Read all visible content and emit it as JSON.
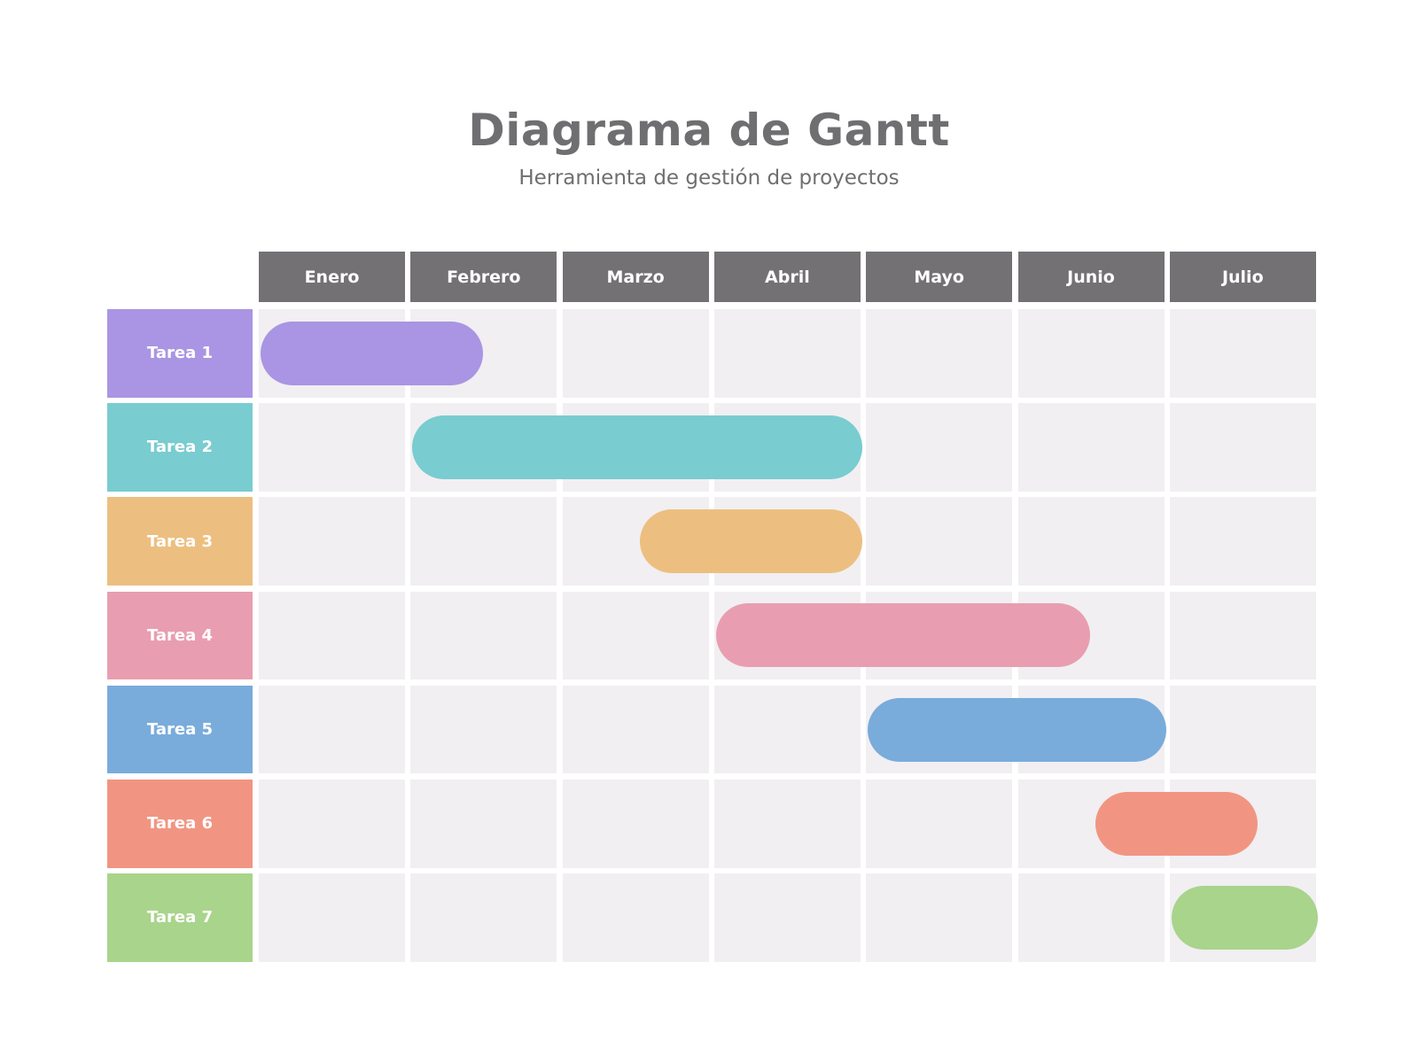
{
  "header": {
    "title": "Diagrama de Gantt",
    "subtitle": "Herramienta de gestión de proyectos"
  },
  "colors": {
    "header_bg": "#737174",
    "cell_bg": "#f1eff2",
    "title_text": "#6f6e71"
  },
  "chart_data": {
    "type": "gantt",
    "title": "Diagrama de Gantt",
    "subtitle": "Herramienta de gestión de proyectos",
    "categories": [
      "Enero",
      "Febrero",
      "Marzo",
      "Abril",
      "Mayo",
      "Junio",
      "Julio"
    ],
    "tasks": [
      {
        "name": "Tarea 1",
        "start": 0.0,
        "end": 1.5,
        "start_label": "Enero",
        "end_label": "mid-Febrero",
        "color": "#a995e3"
      },
      {
        "name": "Tarea 2",
        "start": 1.0,
        "end": 4.0,
        "start_label": "Febrero",
        "end_label": "end of Abril",
        "color": "#79cccf"
      },
      {
        "name": "Tarea 3",
        "start": 2.5,
        "end": 4.0,
        "start_label": "mid-Marzo",
        "end_label": "end of Abril",
        "color": "#ecbf80"
      },
      {
        "name": "Tarea 4",
        "start": 3.0,
        "end": 5.5,
        "start_label": "Abril",
        "end_label": "mid-Junio",
        "color": "#e89eb0"
      },
      {
        "name": "Tarea 5",
        "start": 4.0,
        "end": 6.0,
        "start_label": "Mayo",
        "end_label": "end of Junio",
        "color": "#79acdb"
      },
      {
        "name": "Tarea 6",
        "start": 5.5,
        "end": 6.6,
        "start_label": "mid-Junio",
        "end_label": "mid-Julio",
        "color": "#f19582"
      },
      {
        "name": "Tarea 7",
        "start": 6.0,
        "end": 7.0,
        "start_label": "Julio",
        "end_label": "end of Julio",
        "color": "#a9d48b"
      }
    ],
    "grid": true,
    "legend": "none"
  }
}
